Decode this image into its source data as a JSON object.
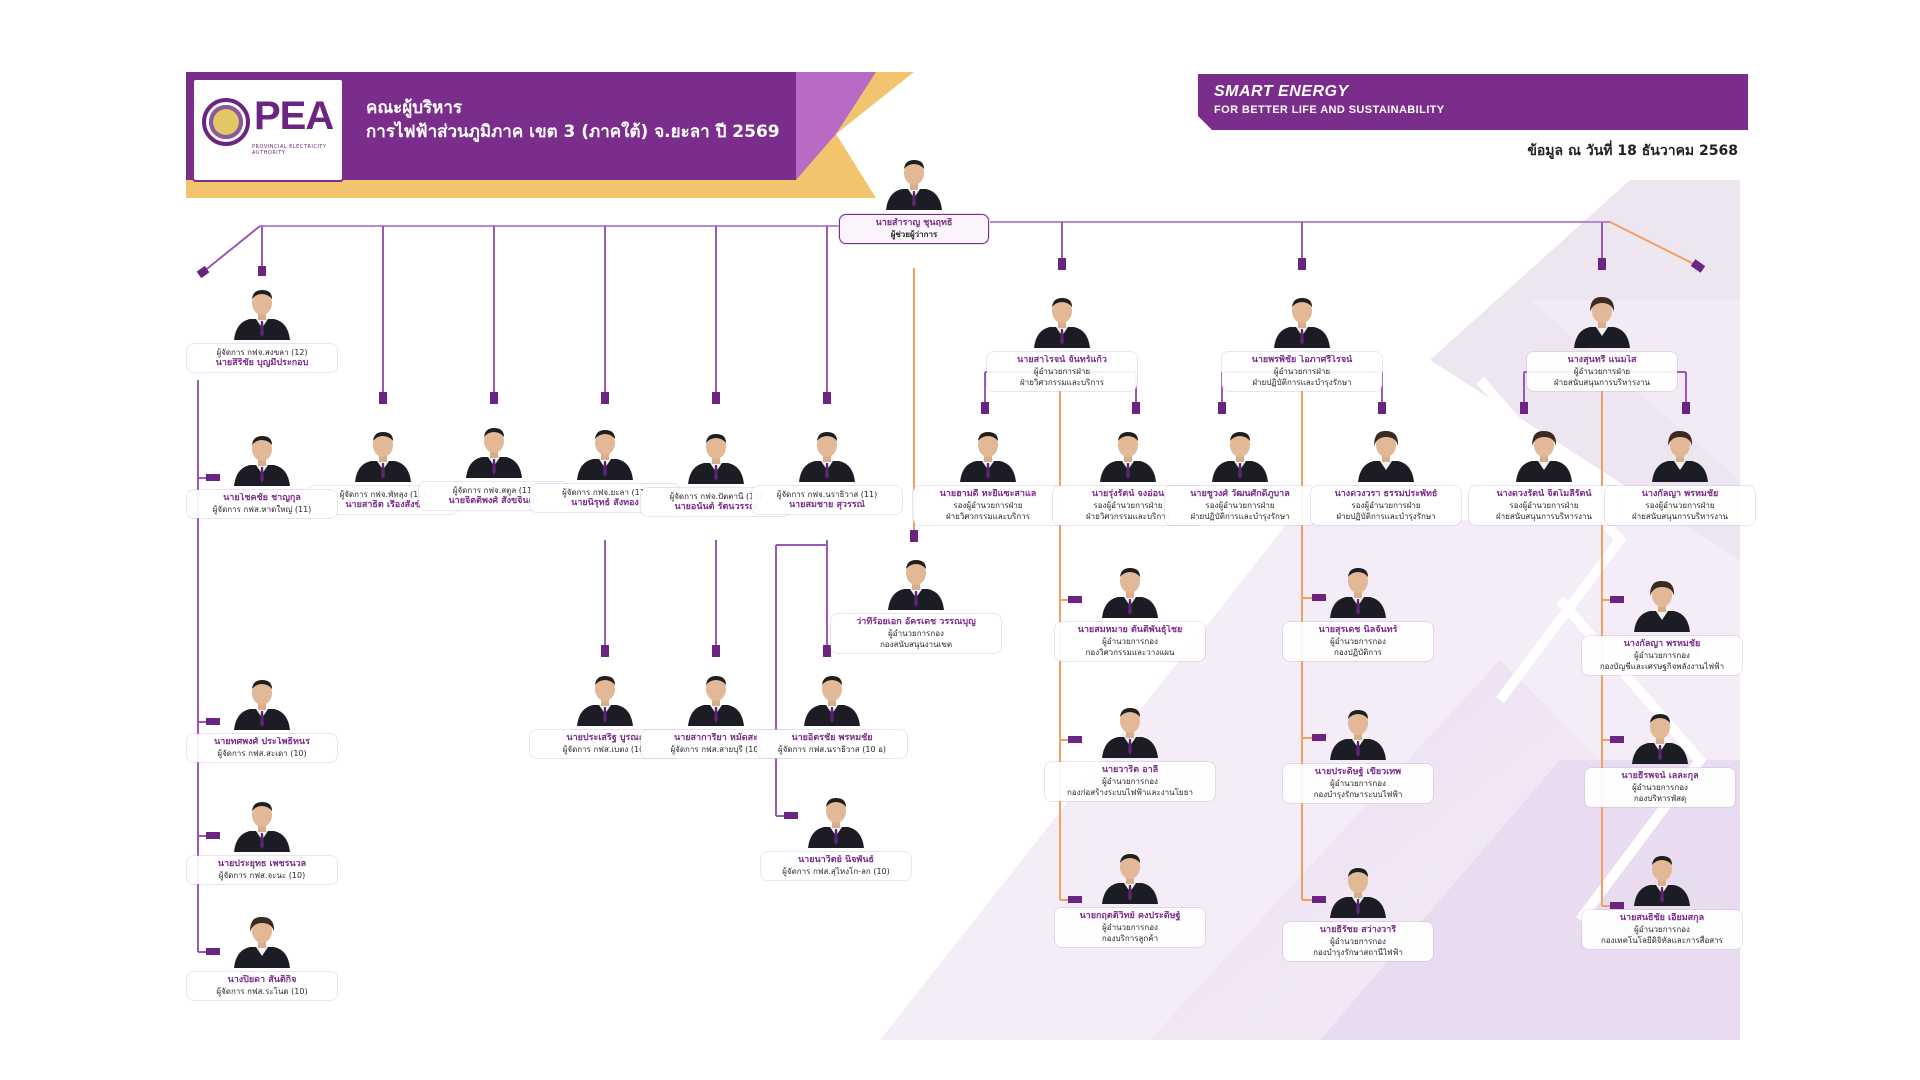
{
  "colors": {
    "primary_purple": "#7b2d8b",
    "dark_purple": "#5c1f6b",
    "gold": "#f2c46d",
    "line_purple": "#9b59b6",
    "line_orange": "#f0a060"
  },
  "header": {
    "logo_text": "PEA",
    "logo_subtext": "PROVINCIAL ELECTRICITY AUTHORITY",
    "title": "คณะผู้บริหาร",
    "subtitle": "การไฟฟ้าส่วนภูมิภาค เขต 3 (ภาคใต้) จ.ยะลา ปี 2569"
  },
  "banner": {
    "title": "SMART ENERGY",
    "subtitle": "FOR BETTER LIFE AND SUSTAINABILITY"
  },
  "data_date": "ข้อมูล ณ วันที่ 18 ธันวาคม 2568",
  "people": {
    "top": {
      "name": "นายสำราญ ชุนฤทธิ์",
      "title": "ผู้ช่วยผู้ว่าการ"
    },
    "songkhla": {
      "title": "ผู้จัดการ กฟจ.สงขลา (12)",
      "name": "นายสิริชัย บุญมีประกอบ"
    },
    "phatthalung": {
      "title": "ผู้จัดการ กฟจ.พัทลุง (11)",
      "name": "นายสาธิต เรืองสังข์"
    },
    "satun": {
      "title": "ผู้จัดการ กฟจ.สตูล (11)",
      "name": "นายจิตติพงศ์ สังขจินดา"
    },
    "yala": {
      "title": "ผู้จัดการ กฟจ.ยะลา (11)",
      "name": "นายนิรุทธ์ สังทอง"
    },
    "pattani": {
      "title": "ผู้จัดการ กฟจ.ปัตตานี (11)",
      "name": "นายอนันต์ รัตนวรรณ"
    },
    "narathiwat": {
      "title": "ผู้จัดการ กฟจ.นราธิวาส (11)",
      "name": "นายสมชาย สุวรรณ์"
    },
    "hatyai": {
      "name": "นายโชคชัย ชาญกุล",
      "title": "ผู้จัดการ กฟส.หาดใหญ่ (11)"
    },
    "sadao": {
      "name": "นายทศพงศ์ ประโพธิทนร",
      "title": "ผู้จัดการ กฟส.สะเดา (10)"
    },
    "chana": {
      "name": "นายประยุทธ เพชรนวล",
      "title": "ผู้จัดการ กฟส.จะนะ (10)"
    },
    "ranot": {
      "name": "นางปิยดา สันติกิจ",
      "title": "ผู้จัดการ กฟส.ระโนด (10)"
    },
    "betong": {
      "name": "นายประเสริฐ บูรณะ",
      "title": "ผู้จัดการ กฟส.เบตง (10)"
    },
    "saiburi": {
      "name": "นายสาการียา หมัดสะ",
      "title": "ผู้จัดการ กฟส.สายบุรี (10)"
    },
    "narathiwat_a": {
      "name": "นายอิตรชัย พรหมชัย",
      "title": "ผู้จัดการ กฟส.นราธิวาส (10 อ)"
    },
    "sungaikolok": {
      "name": "นายนาวิตย์ นิจพันธ์",
      "title": "ผู้จัดการ กฟส.สุไหงโก-ลก (10)"
    },
    "support_div": {
      "name": "ว่าที่ร้อยเอก อัครเดช วรรณบุญ",
      "title": "ผู้อำนวยการกอง",
      "title2": "กองสนับสนุนงานเขต"
    },
    "vp_engineering": {
      "name": "นายสาโรจน์ จันทร์แก้ว",
      "title": "ผู้อำนวยการฝ่าย",
      "title2": "ฝ่ายวิศวกรรมและบริการ"
    },
    "vp_operations": {
      "name": "นายพรพิชัย โอภาศรีโรจน์",
      "title": "ผู้อำนวยการฝ่าย",
      "title2": "ฝ่ายปฏิบัติการและบำรุงรักษา"
    },
    "vp_admin": {
      "name": "นางสุนทรี แนมไส",
      "title": "ผู้อำนวยการฝ่าย",
      "title2": "ฝ่ายสนับสนุนการบริหารงาน"
    },
    "deputy_eng_1": {
      "name": "นายฮามดี หะยีแซะสาแล",
      "title": "รองผู้อำนวยการฝ่าย",
      "title2": "ฝ่ายวิศวกรรมและบริการ"
    },
    "deputy_eng_2": {
      "name": "นายรุ่งรัตน์ จงอ่อน",
      "title": "รองผู้อำนวยการฝ่าย",
      "title2": "ฝ่ายวิศวกรรมและบริการ"
    },
    "deputy_ops_1": {
      "name": "นายชูวงศ์ วัฒนศักดิ์ภูบาล",
      "title": "รองผู้อำนวยการฝ่าย",
      "title2": "ฝ่ายปฏิบัติการและบำรุงรักษา"
    },
    "deputy_ops_2": {
      "name": "นางดวงวรา ธรรมประพัทธ์",
      "title": "รองผู้อำนวยการฝ่าย",
      "title2": "ฝ่ายปฏิบัติการและบำรุงรักษา"
    },
    "deputy_admin_1": {
      "name": "นางดวงรัตน์ จิตโมลีรัตน์",
      "title": "รองผู้อำนวยการฝ่าย",
      "title2": "ฝ่ายสนับสนุนการบริหารงาน"
    },
    "deputy_admin_2": {
      "name": "นางกัลญา พรหมชัย",
      "title": "รองผู้อำนวยการฝ่าย",
      "title2": "ฝ่ายสนับสนุนการบริหารงาน"
    },
    "dir_planning": {
      "name": "นายสมหมาย ตันติพันธุ์ไชย",
      "title": "ผู้อำนวยการกอง",
      "title2": "กองวิศวกรรมและวางแผน"
    },
    "dir_construction": {
      "name": "นายวาริต อาลี",
      "title": "ผู้อำนวยการกอง",
      "title2": "กองก่อสร้างระบบไฟฟ้าและงานโยธา"
    },
    "dir_customer": {
      "name": "นายกฤตติวิทย์ คงประดิษฐ์",
      "title": "ผู้อำนวยการกอง",
      "title2": "กองบริการลูกค้า"
    },
    "dir_operation": {
      "name": "นายสุรเดช นิลจันทร์",
      "title": "ผู้อำนวยการกอง",
      "title2": "กองปฏิบัติการ"
    },
    "dir_maintenance": {
      "name": "นายประดิษฐ์ เขียวเทพ",
      "title": "ผู้อำนวยการกอง",
      "title2": "กองบำรุงรักษาระบบไฟฟ้า"
    },
    "dir_substation": {
      "name": "นายธีรัชย สว่างวารี",
      "title": "ผู้อำนวยการกอง",
      "title2": "กองบำรุงรักษาสถานีไฟฟ้า"
    },
    "dir_accounting": {
      "name": "นางกัลญา พรหมชัย",
      "title": "ผู้อำนวยการกอง",
      "title2": "กองบัญชีและเศรษฐกิจพลังงานไฟฟ้า"
    },
    "dir_supply": {
      "name": "นายธีรพจน์ เลละกุล",
      "title": "ผู้อำนวยการกอง",
      "title2": "กองบริหารพัสดุ"
    },
    "dir_digital": {
      "name": "นายสนธิชัย เอี่ยมสกุล",
      "title": "ผู้อำนวยการกอง",
      "title2": "กองเทคโนโลยีดิจิทัลและการสื่อสาร"
    }
  }
}
